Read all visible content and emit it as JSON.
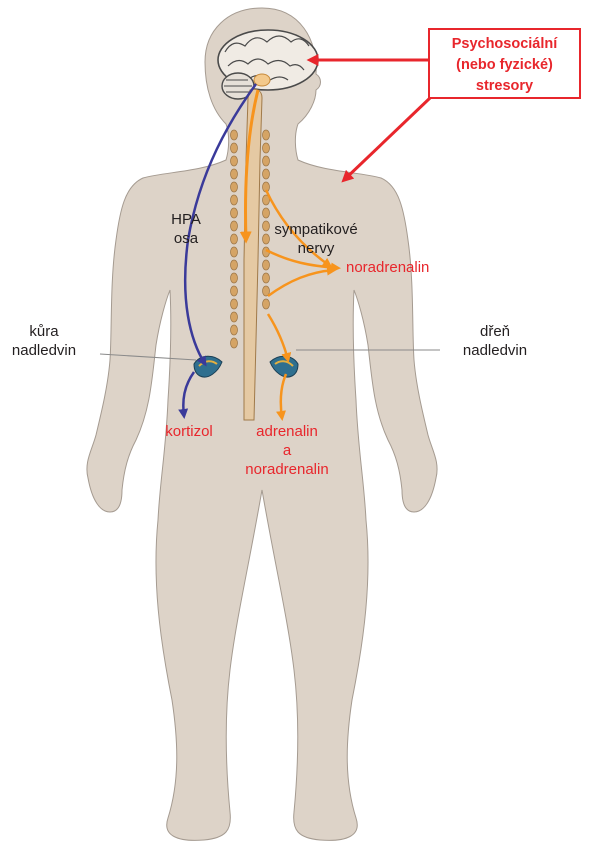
{
  "stressor": {
    "line1": "Psychosociální",
    "line2": "(nebo fyzické)",
    "line3": "stresory"
  },
  "labels": {
    "hpa_line1": "HPA",
    "hpa_line2": "osa",
    "sympathetic_line1": "sympatikové",
    "sympathetic_line2": "nervy",
    "noradrenaline": "noradrenalin",
    "cortex_line1": "kůra",
    "cortex_line2": "nadledvin",
    "medulla_line1": "dřeň",
    "medulla_line2": "nadledvin",
    "cortisol": "kortizol",
    "adrenaline_line1": "adrenalin",
    "adrenaline_line2": "a",
    "adrenaline_line3": "noradrenalin"
  },
  "colors": {
    "body": "#ddd3c8",
    "body_outline": "#a59b91",
    "spine": "#e5c9a3",
    "ganglia": "#d5a465",
    "hpa_arrow": "#3a3a9a",
    "sympathetic_arrow": "#f7941d",
    "stress_arrow": "#e8262c",
    "adrenal_gland": "#2f6f8f",
    "brain": "#f0ebe4"
  }
}
